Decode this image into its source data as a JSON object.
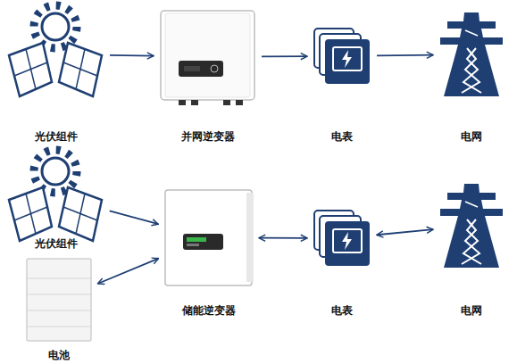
{
  "diagram": {
    "nodes": [
      {
        "text": [
          "光伏组件"
        ]
      },
      {
        "text": [
          "并网逆变器"
        ]
      },
      {
        "text": [
          "电表"
        ]
      },
      {
        "text": [
          "电网"
        ]
      },
      {
        "text": [
          "光伏组件"
        ]
      },
      {
        "text": [
          "储能逆变器"
        ]
      },
      {
        "text": [
          "电表"
        ]
      },
      {
        "text": [
          "电网"
        ]
      },
      {
        "text": [
          "电池"
        ]
      }
    ],
    "edges": [
      {
        "from": 0,
        "to": 1,
        "arrow": "to"
      },
      {
        "from": 1,
        "to": 2,
        "arrow": "to"
      },
      {
        "from": 2,
        "to": 3,
        "arrow": "to"
      },
      {
        "from": 4,
        "to": 5,
        "arrow": "to"
      },
      {
        "from": 5,
        "to": 6,
        "arrow": "both"
      },
      {
        "from": 6,
        "to": 7,
        "arrow": "both"
      },
      {
        "from": 8,
        "to": 5,
        "arrow": "both"
      }
    ]
  }
}
